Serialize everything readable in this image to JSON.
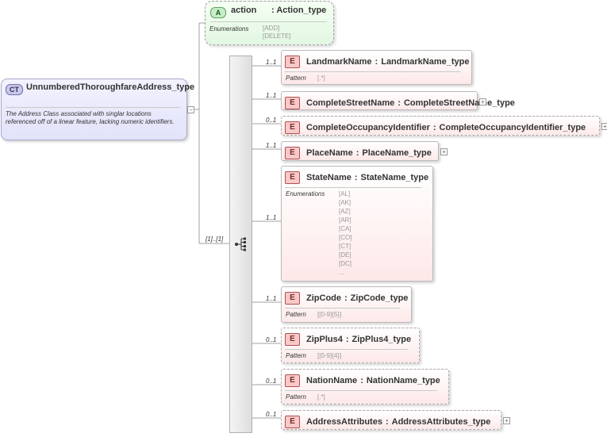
{
  "complex_type": {
    "badge": "CT",
    "name": "UnnumberedThoroughfareAddress_type",
    "documentation": "The Address Class associated with singlar locations referenced off of a linear feature, lacking numeric identifiers."
  },
  "attribute": {
    "badge": "A",
    "name": "action",
    "separator": ":",
    "type": "Action_type",
    "facet_label": "Enumerations",
    "values": [
      "[ADD]",
      "[DELETE]"
    ]
  },
  "sequence": {
    "multiplicity": "[1]..[1]"
  },
  "elements": [
    {
      "badge": "E",
      "name": "LandmarkName",
      "sep": ":",
      "type": "LandmarkName_type",
      "multiplicity": "1..1",
      "facet_label": "Pattern",
      "facet_values": [
        "[.*]"
      ],
      "expandable": false,
      "optional": false
    },
    {
      "badge": "E",
      "name": "CompleteStreetName",
      "sep": ":",
      "type": "CompleteStreetName_type",
      "multiplicity": "1..1",
      "facet_label": "",
      "facet_values": [],
      "expandable": true,
      "optional": false
    },
    {
      "badge": "E",
      "name": "CompleteOccupancyIdentifier",
      "sep": ":",
      "type": "CompleteOccupancyIdentifier_type",
      "multiplicity": "0..1",
      "facet_label": "",
      "facet_values": [],
      "expandable": true,
      "optional": true
    },
    {
      "badge": "E",
      "name": "PlaceName",
      "sep": ":",
      "type": "PlaceName_type",
      "multiplicity": "1..1",
      "facet_label": "",
      "facet_values": [],
      "expandable": true,
      "optional": false
    },
    {
      "badge": "E",
      "name": "StateName",
      "sep": ":",
      "type": "StateName_type",
      "multiplicity": "1..1",
      "facet_label": "Enumerations",
      "facet_values": [
        "[AL]",
        "[AK]",
        "[AZ]",
        "[AR]",
        "[CA]",
        "[CO]",
        "[CT]",
        "[DE]",
        "[DC]",
        "..."
      ],
      "expandable": false,
      "optional": false
    },
    {
      "badge": "E",
      "name": "ZipCode",
      "sep": ":",
      "type": "ZipCode_type",
      "multiplicity": "1..1",
      "facet_label": "Pattern",
      "facet_values": [
        "[[0-9]{5}]"
      ],
      "expandable": false,
      "optional": false
    },
    {
      "badge": "E",
      "name": "ZipPlus4",
      "sep": ":",
      "type": "ZipPlus4_type",
      "multiplicity": "0..1",
      "facet_label": "Pattern",
      "facet_values": [
        "[[0-9]{4}]"
      ],
      "expandable": false,
      "optional": true
    },
    {
      "badge": "E",
      "name": "NationName",
      "sep": ":",
      "type": "NationName_type",
      "multiplicity": "0..1",
      "facet_label": "Pattern",
      "facet_values": [
        "[.*]"
      ],
      "expandable": false,
      "optional": true
    },
    {
      "badge": "E",
      "name": "AddressAttributes",
      "sep": ":",
      "type": "AddressAttributes_type",
      "multiplicity": "0..1",
      "facet_label": "",
      "facet_values": [],
      "expandable": true,
      "optional": true
    }
  ],
  "colors": {
    "element_badge": "#f7c9c9",
    "element_bg": "#fde8e8",
    "complex_type_bg": "#e2e2fa",
    "attribute_bg": "#e2f7e2",
    "connector": "#a0a0a0"
  }
}
